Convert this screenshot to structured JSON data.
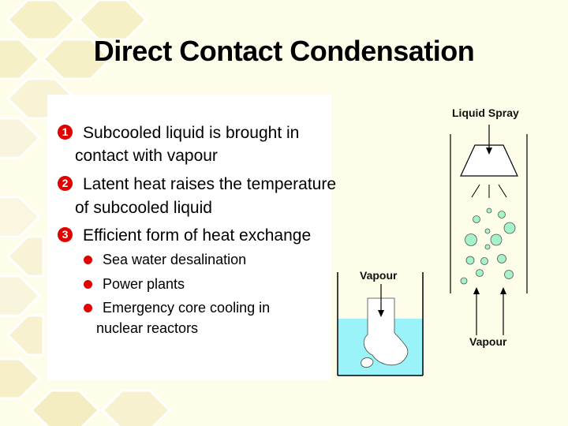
{
  "slide": {
    "title": "Direct Contact Condensation"
  },
  "points": [
    {
      "marker": "1",
      "line1": "Subcooled liquid is brought in",
      "line2": "contact with vapour"
    },
    {
      "marker": "2",
      "line1": "Latent heat raises the temperature",
      "line2": "of subcooled liquid"
    },
    {
      "marker": "3",
      "line1": "Efficient form of heat exchange",
      "line2": ""
    }
  ],
  "applications": [
    {
      "line1": "Sea water desalination",
      "line2": ""
    },
    {
      "line1": "Power plants",
      "line2": ""
    },
    {
      "line1": "Emergency core cooling in",
      "line2": "nuclear reactors"
    }
  ],
  "figure": {
    "spray_label": "Liquid Spray",
    "spray_vapour_label": "Vapour",
    "pool_vapour_label": "Vapour"
  },
  "colors": {
    "accent": "#e00000",
    "water": "#99f3f8",
    "droplet": "#a6f2c9",
    "background": "#fefde9"
  }
}
